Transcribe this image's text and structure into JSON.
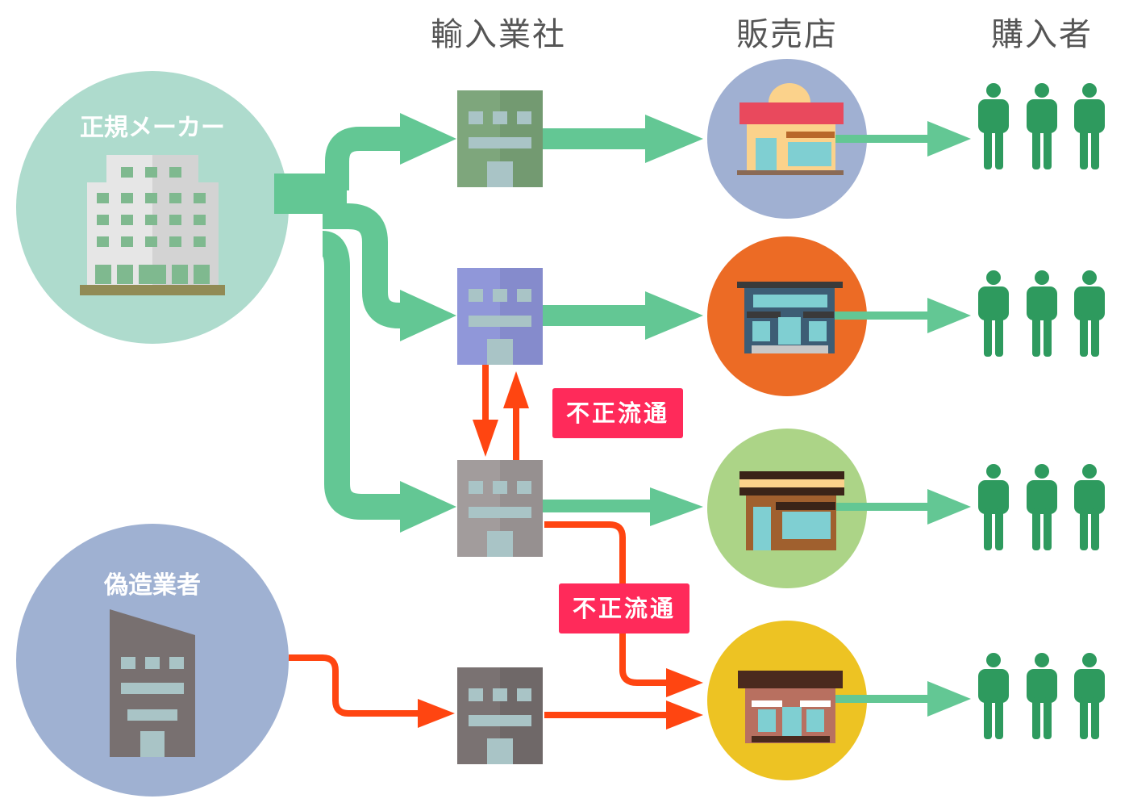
{
  "columns": {
    "importers": "輸入業社",
    "retailers": "販売店",
    "buyers": "購入者"
  },
  "sources": {
    "legit_maker": "正規メーカー",
    "counterfeiter": "偽造業者"
  },
  "badges": {
    "illegal_1": "不正流通",
    "illegal_2": "不正流通"
  },
  "colors": {
    "legit_flow": "#63c794",
    "illegal_flow": "#ff4511",
    "badge": "#ff2a5a",
    "buyer_figure": "#2e9a5e",
    "maker_circle": "#aedbcd",
    "counterfeiter_circle": "#9fb1d2"
  },
  "icons": [
    "office-building-icon",
    "importer-building-icon",
    "shop-icon",
    "person-icon",
    "factory-building-icon"
  ]
}
